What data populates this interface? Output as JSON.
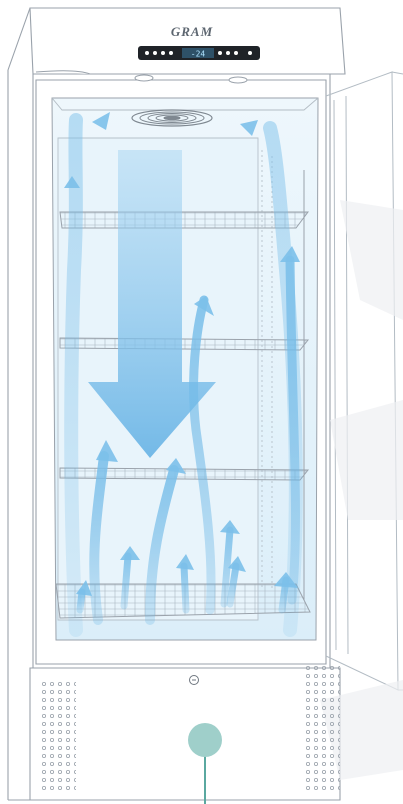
{
  "brand": {
    "logo_text": "GRAM"
  },
  "control_panel": {
    "display_text": "-24"
  },
  "colors": {
    "outline": "#9aa2ab",
    "interior": "#e6f3fb",
    "air_down": "#6db6e6",
    "air_up": "#8cc8ec",
    "marker": "#9fcfca",
    "marker_line": "#5aa8a0"
  },
  "icons": {
    "logo": "gram-logo",
    "fan": "fan-vent-icon",
    "lock": "door-lock-icon",
    "marker": "pin-marker-icon"
  }
}
